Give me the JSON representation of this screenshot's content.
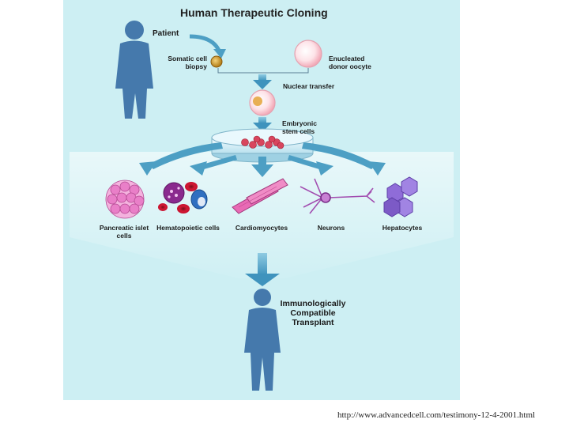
{
  "diagram": {
    "title": "Human Therapeutic Cloning",
    "patient_label": "Patient",
    "somatic_cell_label": "Somatic cell biopsy",
    "oocyte_label": "Enucleated donor oocyte",
    "nuclear_transfer_label": "Nuclear transfer",
    "embryonic_stem_cells_label": "Embryonic stem cells",
    "cell_types": [
      {
        "label": "Pancreatic islet cells",
        "icon": "pancreatic-islet-cluster"
      },
      {
        "label": "Hematopoietic cells",
        "icon": "blood-cells"
      },
      {
        "label": "Cardiomyocytes",
        "icon": "muscle-fibers"
      },
      {
        "label": "Neurons",
        "icon": "neuron"
      },
      {
        "label": "Hepatocytes",
        "icon": "hepatocyte-cluster"
      }
    ],
    "transplant_label": "Immunologically Compatible Transplant"
  },
  "source_url": "http://www.advancedcell.com/testimony-12-4-2001.html",
  "colors": {
    "panel_background": "#cdeff3",
    "silhouette": "#3a6fa6",
    "arrow": "#4d9fc4",
    "pancreatic": "#e97fc8",
    "blood_red": "#c8102e",
    "cardio": "#e86ab5",
    "neuron": "#a24db0",
    "hepatocyte": "#8f6cd8"
  }
}
